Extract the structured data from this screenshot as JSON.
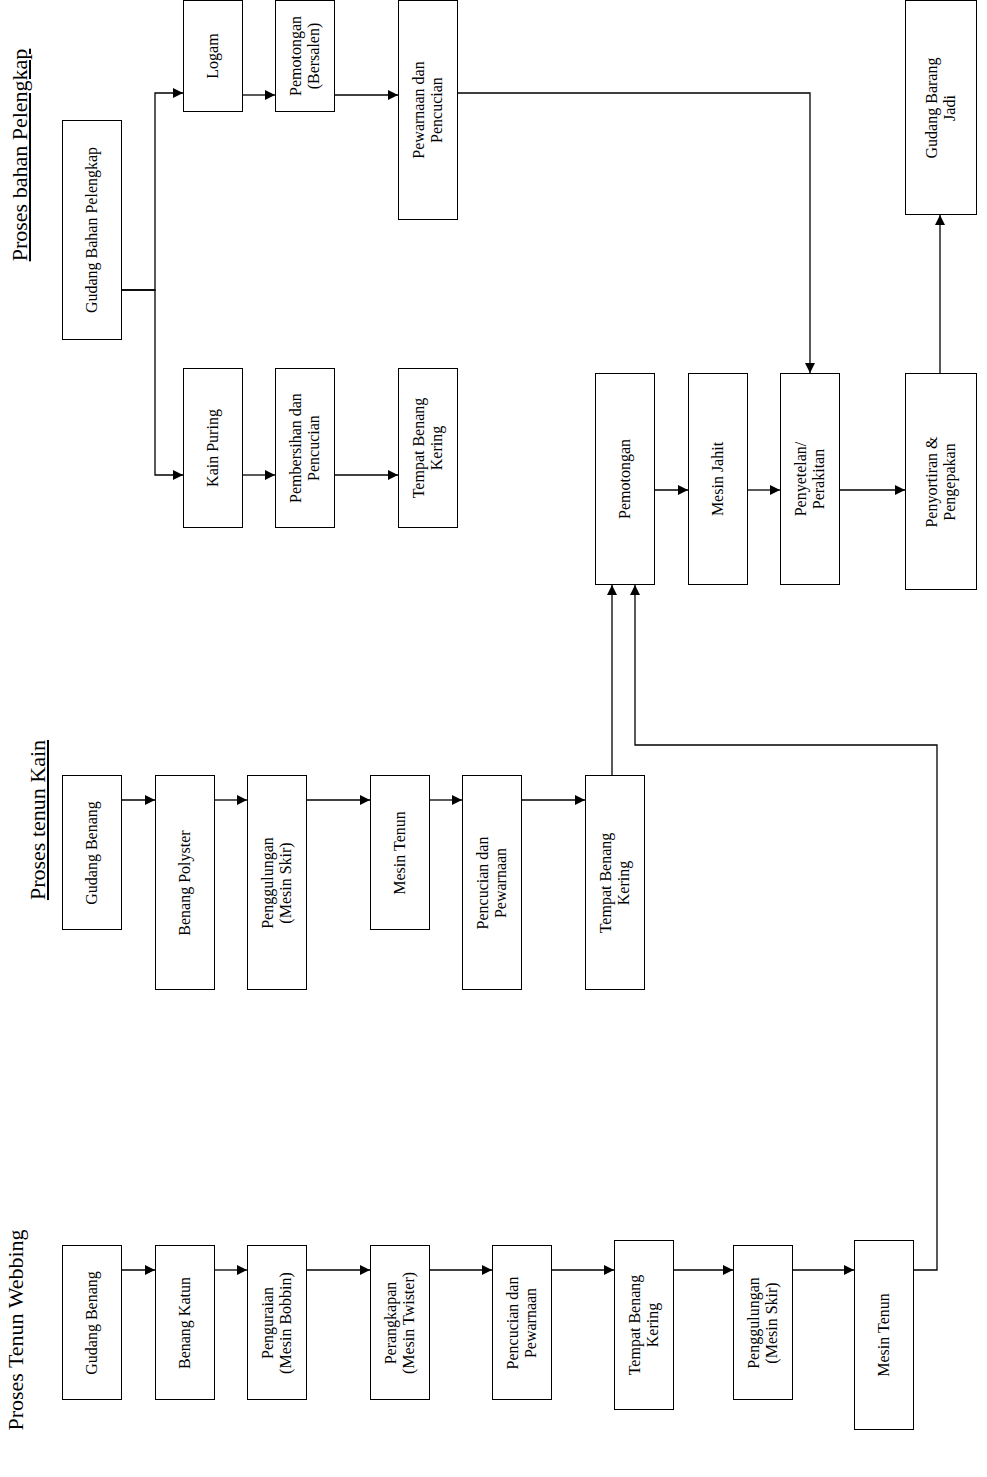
{
  "diagram": {
    "nodes": [
      {
        "text": [
          "Gudang Bahan Pelengkap"
        ]
      },
      {
        "text": [
          "Logam"
        ]
      },
      {
        "text": [
          "Pemotongan (Bersalen)"
        ]
      },
      {
        "text": [
          "Pewarnaan dan Pencucian"
        ]
      },
      {
        "text": [
          "Gudang Barang Jadi"
        ]
      },
      {
        "text": [
          "Kain Puring"
        ]
      },
      {
        "text": [
          "Pembersihan dan Pencucian"
        ]
      },
      {
        "text": [
          "Tempat Benang Kering"
        ]
      },
      {
        "text": [
          "Pemotongan"
        ]
      },
      {
        "text": [
          "Mesin Jahit"
        ]
      },
      {
        "text": [
          "Penyetelan/ Perakitan"
        ]
      },
      {
        "text": [
          "Penyortiran & Pengepakan"
        ]
      },
      {
        "text": [
          "Gudang Benang"
        ]
      },
      {
        "text": [
          "Benang Polyster"
        ]
      },
      {
        "text": [
          "Penggulungan (Mesin Skir)"
        ]
      },
      {
        "text": [
          "Mesin Tenun"
        ]
      },
      {
        "text": [
          "Pencucian dan Pewarnaan"
        ]
      },
      {
        "text": [
          "Tempat Benang Kering"
        ]
      },
      {
        "text": [
          "Gudang Benang"
        ]
      },
      {
        "text": [
          "Benang Katun"
        ]
      },
      {
        "text": [
          "Penguraian (Mesin Bobbin)"
        ]
      },
      {
        "text": [
          "Perangkapan (Mesin Twister)"
        ]
      },
      {
        "text": [
          "Pencucian dan Pewarnaan"
        ]
      },
      {
        "text": [
          "Tempat Benang Kering"
        ]
      },
      {
        "text": [
          "Penggulungan (Mesin Skir)"
        ]
      },
      {
        "text": [
          "Mesin Tenun"
        ]
      }
    ],
    "edges": [
      {
        "from": 0,
        "to": 1,
        "arrow": "to"
      },
      {
        "from": 0,
        "to": 5,
        "arrow": "to"
      },
      {
        "from": 1,
        "to": 2,
        "arrow": "to"
      },
      {
        "from": 2,
        "to": 3,
        "arrow": "to"
      },
      {
        "from": 3,
        "to": 10,
        "arrow": "to"
      },
      {
        "from": 5,
        "to": 6,
        "arrow": "to"
      },
      {
        "from": 6,
        "to": 7,
        "arrow": "to"
      },
      {
        "from": 8,
        "to": 9,
        "arrow": "to"
      },
      {
        "from": 9,
        "to": 10,
        "arrow": "to"
      },
      {
        "from": 10,
        "to": 11,
        "arrow": "to"
      },
      {
        "from": 11,
        "to": 4,
        "arrow": "to"
      },
      {
        "from": 12,
        "to": 13,
        "arrow": "to"
      },
      {
        "from": 13,
        "to": 14,
        "arrow": "to"
      },
      {
        "from": 14,
        "to": 15,
        "arrow": "to"
      },
      {
        "from": 15,
        "to": 16,
        "arrow": "to"
      },
      {
        "from": 16,
        "to": 17,
        "arrow": "to"
      },
      {
        "from": 17,
        "to": 8,
        "arrow": "to"
      },
      {
        "from": 18,
        "to": 19,
        "arrow": "to"
      },
      {
        "from": 19,
        "to": 20,
        "arrow": "to"
      },
      {
        "from": 20,
        "to": 21,
        "arrow": "to"
      },
      {
        "from": 21,
        "to": 22,
        "arrow": "to"
      },
      {
        "from": 22,
        "to": 23,
        "arrow": "to"
      },
      {
        "from": 23,
        "to": 24,
        "arrow": "to"
      },
      {
        "from": 24,
        "to": 25,
        "arrow": "to"
      },
      {
        "from": 25,
        "to": 8,
        "arrow": "to"
      }
    ],
    "labels": [
      "Proses bahan Pelengkap",
      "Proses tenun Kain",
      "Proses Tenun Webbing"
    ]
  }
}
